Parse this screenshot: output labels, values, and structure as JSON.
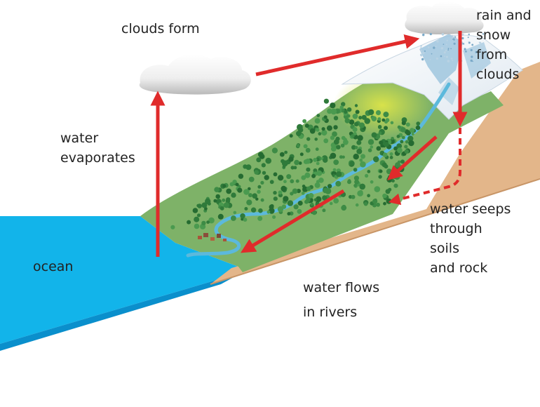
{
  "colors": {
    "ocean": "#12b4ea",
    "ocean_dark": "#0a8fcc",
    "rock": "#e3b68a",
    "rock_dark": "#c89566",
    "land": "#7eb268",
    "forest": "#2f7a3a",
    "meadow": "#cfdc4a",
    "snow": "#eef3f8",
    "glacier": "#9fc6de",
    "river": "#5cb9dc",
    "arrow": "#e02b2b",
    "text": "#222222"
  },
  "labels": {
    "clouds_form": "clouds form",
    "precip": [
      "rain and",
      "snow",
      "from",
      "clouds"
    ],
    "evaporates": [
      "water",
      "evaporates"
    ],
    "seeps": [
      "water seeps",
      "through",
      "soils",
      "and rock"
    ],
    "ocean": "ocean",
    "rivers": [
      "water flows",
      "in rivers"
    ]
  },
  "icons": {
    "cloud_left": "cloud-icon",
    "cloud_right": "rain-cloud-icon",
    "arrows": [
      "evaporation-arrow",
      "cloud-transport-arrow",
      "precipitation-arrow",
      "runoff-arrow",
      "river-flow-arrow",
      "groundwater-arrow"
    ]
  }
}
